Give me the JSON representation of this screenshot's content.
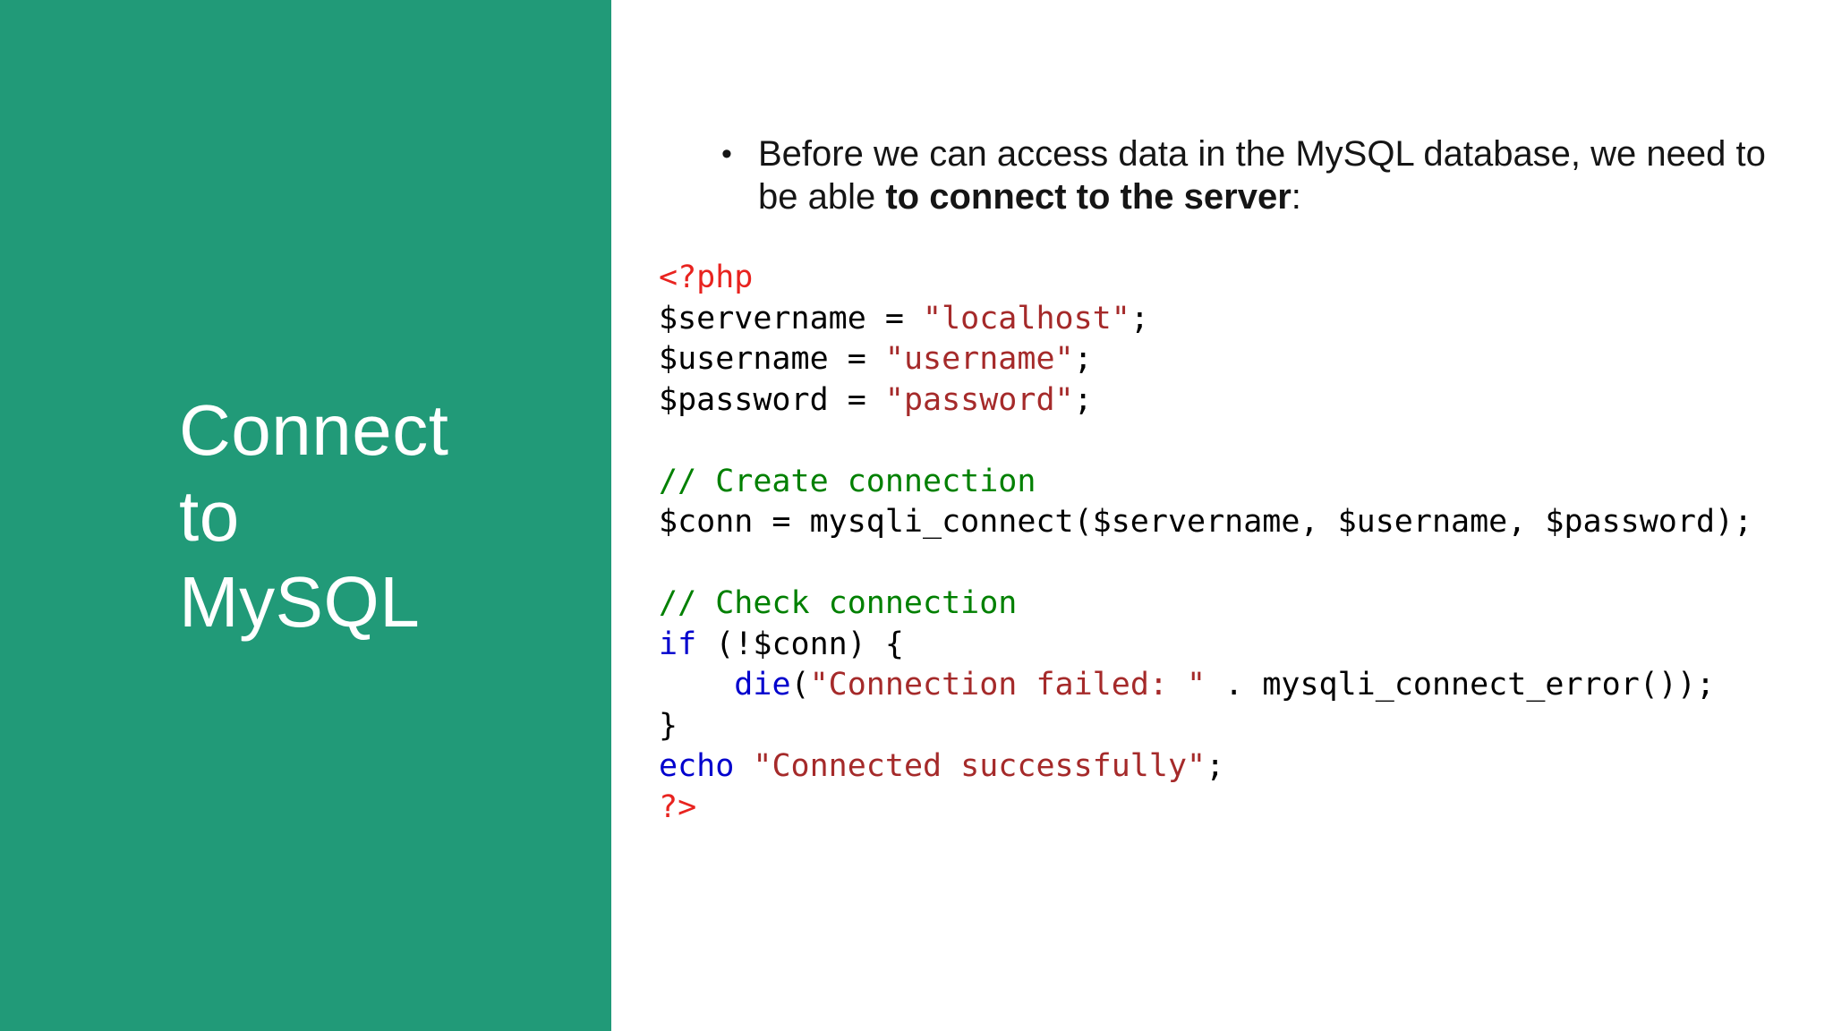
{
  "slide": {
    "title": "Connect\nto\nMySQL",
    "bullet": {
      "marker": "•",
      "line1": "Before we can access data in the MySQL database, we need to",
      "line2_prefix": "be able ",
      "line2_bold": "to connect to the server",
      "line2_suffix": ":"
    },
    "code": {
      "language": "php",
      "lines": [
        [
          {
            "t": "<?php",
            "c": "tag"
          }
        ],
        [
          {
            "t": "$servername = ",
            "c": "plain"
          },
          {
            "t": "\"localhost\"",
            "c": "str"
          },
          {
            "t": ";",
            "c": "plain"
          }
        ],
        [
          {
            "t": "$username = ",
            "c": "plain"
          },
          {
            "t": "\"username\"",
            "c": "str"
          },
          {
            "t": ";",
            "c": "plain"
          }
        ],
        [
          {
            "t": "$password = ",
            "c": "plain"
          },
          {
            "t": "\"password\"",
            "c": "str"
          },
          {
            "t": ";",
            "c": "plain"
          }
        ],
        [],
        [
          {
            "t": "// Create connection",
            "c": "com"
          }
        ],
        [
          {
            "t": "$conn = mysqli_connect($servername, $username, $password);",
            "c": "plain"
          }
        ],
        [],
        [
          {
            "t": "// Check connection",
            "c": "com"
          }
        ],
        [
          {
            "t": "if",
            "c": "kw"
          },
          {
            "t": " (!$conn) {",
            "c": "plain"
          }
        ],
        [
          {
            "t": "    ",
            "c": "plain"
          },
          {
            "t": "die",
            "c": "kw"
          },
          {
            "t": "(",
            "c": "plain"
          },
          {
            "t": "\"Connection failed: \"",
            "c": "str"
          },
          {
            "t": " . mysqli_connect_error());",
            "c": "plain"
          }
        ],
        [
          {
            "t": "}",
            "c": "plain"
          }
        ],
        [
          {
            "t": "echo",
            "c": "kw"
          },
          {
            "t": " ",
            "c": "plain"
          },
          {
            "t": "\"Connected successfully\"",
            "c": "str"
          },
          {
            "t": ";",
            "c": "plain"
          }
        ],
        [
          {
            "t": "?>",
            "c": "tag"
          }
        ]
      ]
    }
  },
  "colors": {
    "panel-green": "#219A78",
    "title-white": "#FFFFFF",
    "body-text": "#151515",
    "code-plain": "#000000",
    "code-tag": "#E8231F",
    "code-string": "#A52A2A",
    "code-keyword": "#0000CD",
    "code-comment": "#008000"
  }
}
